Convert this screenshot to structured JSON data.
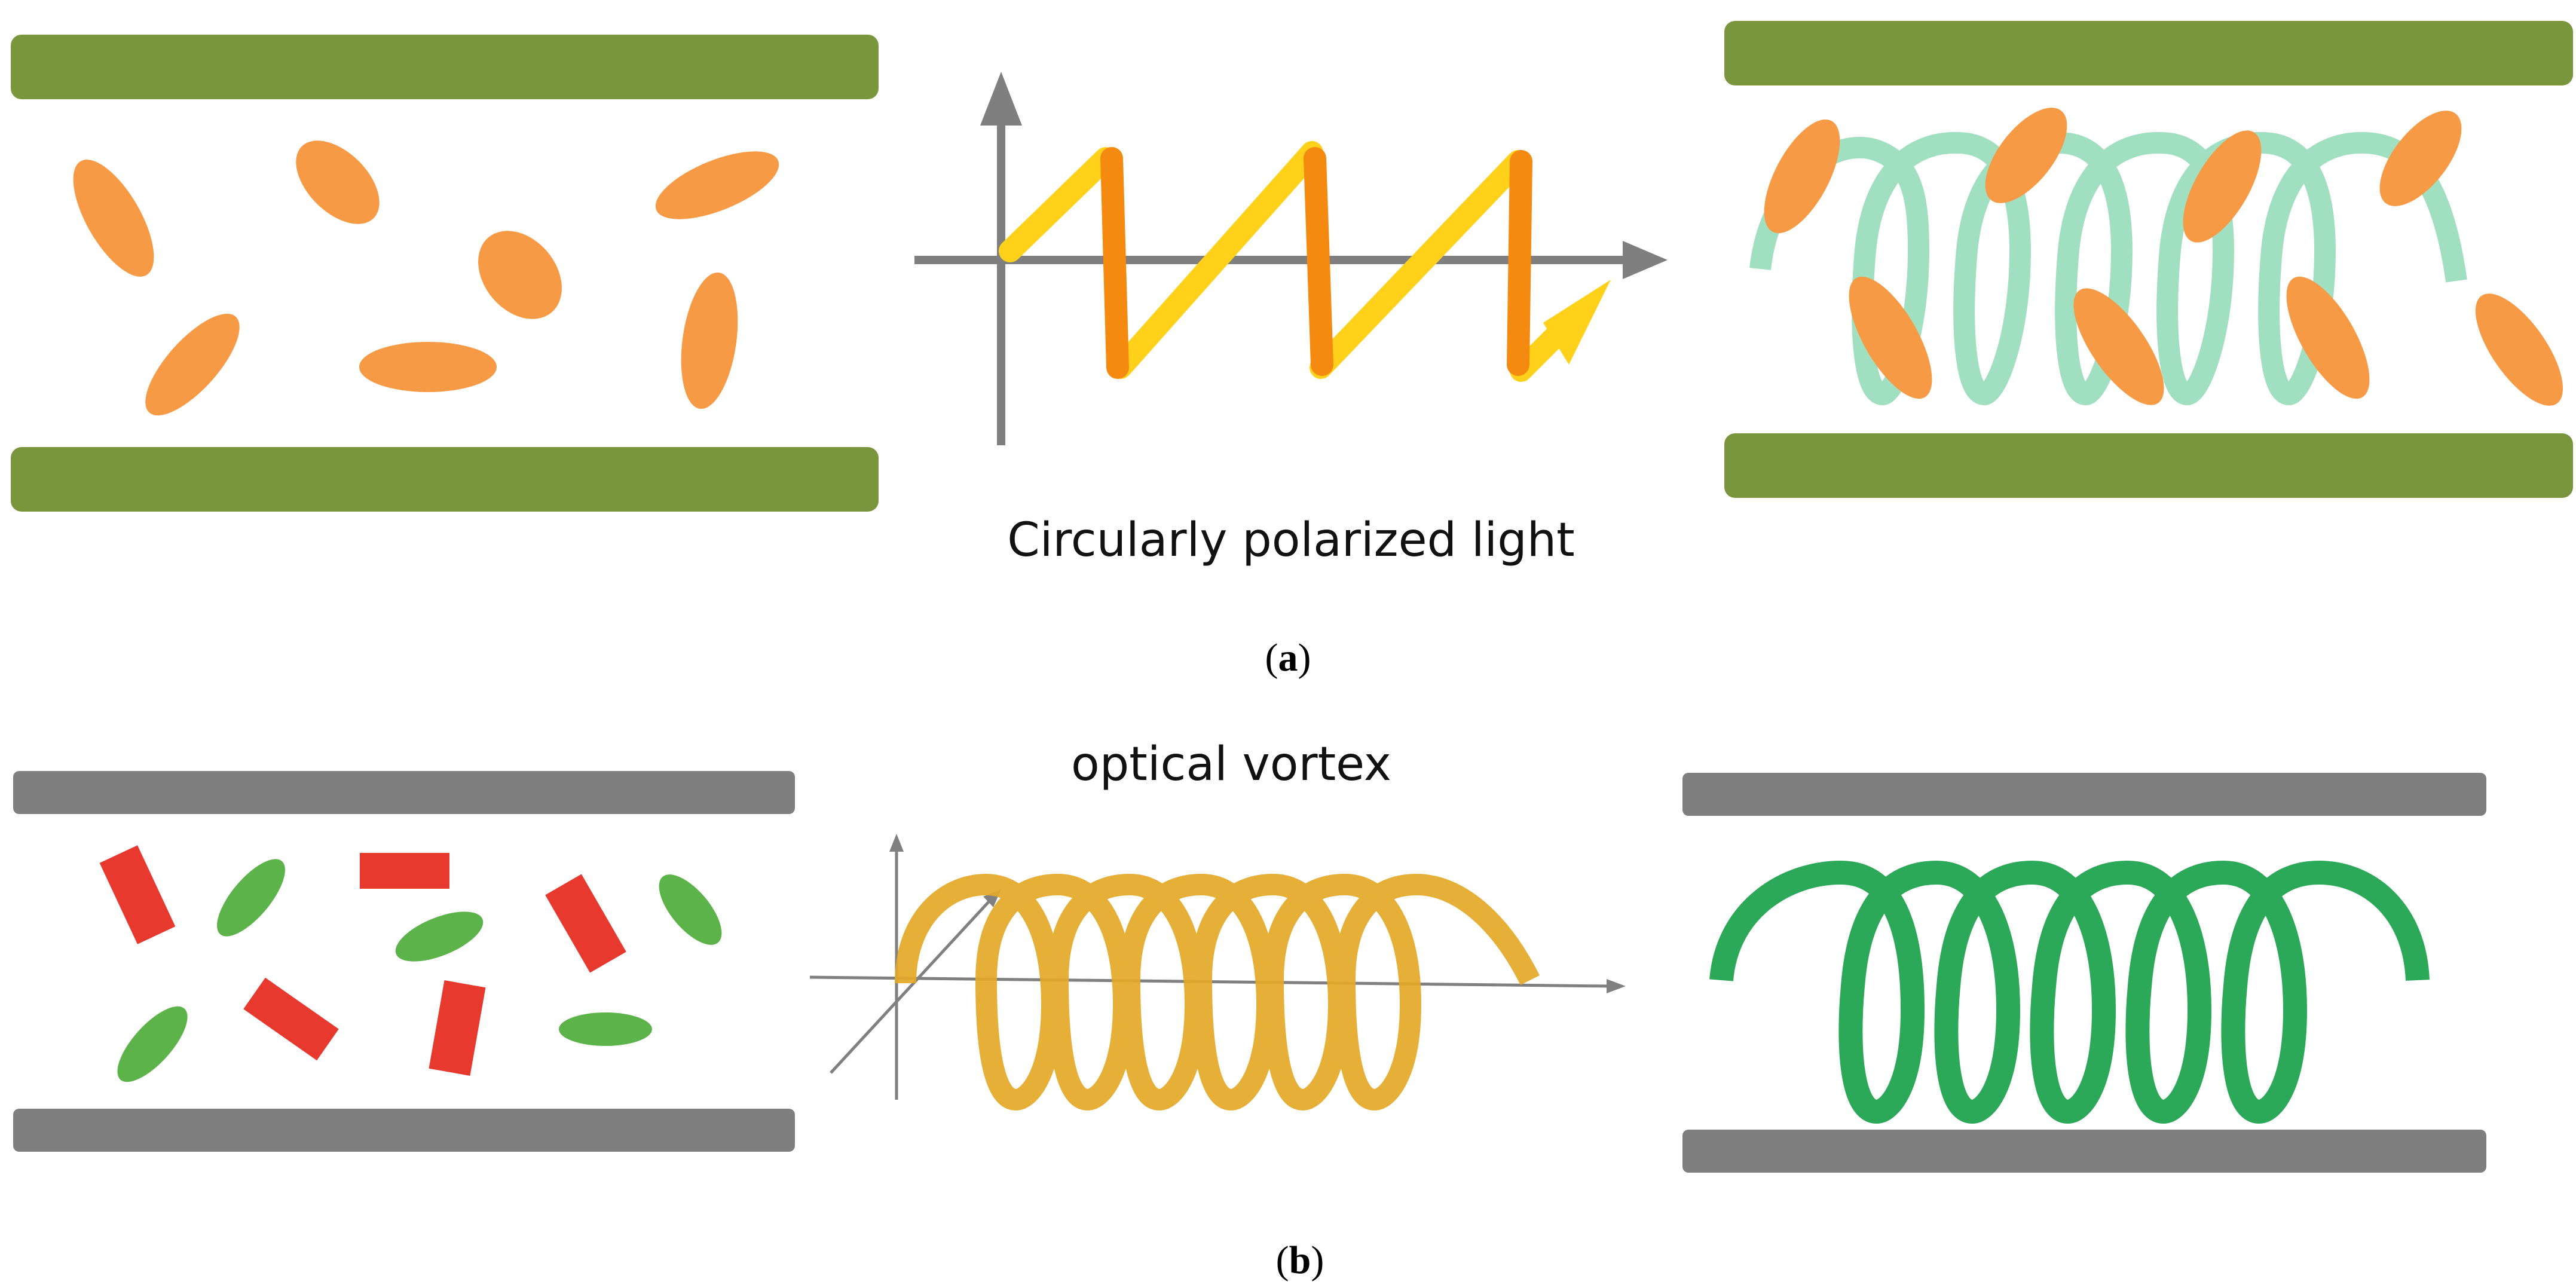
{
  "panels": [
    {
      "id": "a",
      "label": "a",
      "caption": "Circularly polarized light",
      "colors": {
        "plate": "#7a963c",
        "molecule": "#f79a46",
        "helix": "#8fd9b4",
        "wave_yellow": "#ffd11a",
        "wave_orange": "#f58a10",
        "axis": "#7f7f7f"
      }
    },
    {
      "id": "b",
      "label": "b",
      "caption": "optical vortex",
      "colors": {
        "plate": "#7f7f7f",
        "rod_red": "#e8392e",
        "ellipse_green": "#5bb34a",
        "vortex_gold": "#e3a827",
        "helix_green": "#1aa24a",
        "axis": "#808080"
      }
    }
  ]
}
